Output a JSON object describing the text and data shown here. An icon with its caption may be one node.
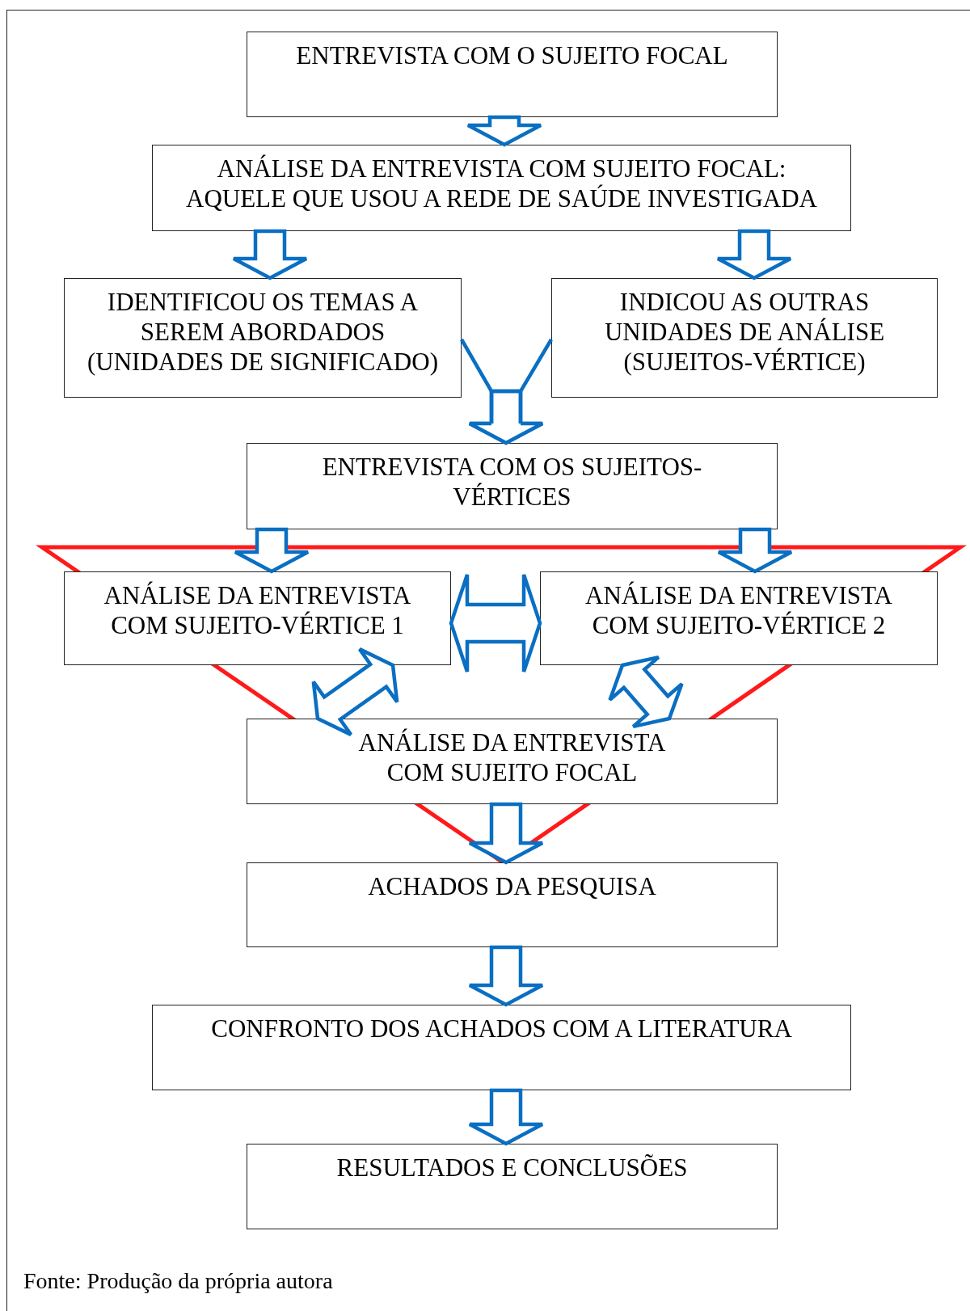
{
  "diagram": {
    "nodes": [
      {
        "text": [
          "ENTREVISTA COM O SUJEITO FOCAL"
        ]
      },
      {
        "text": [
          "ANÁLISE DA ENTREVISTA COM SUJEITO FOCAL: AQUELE QUE USOU A REDE DE SAÚDE INVESTIGADA"
        ]
      },
      {
        "text": [
          "IDENTIFICOU OS TEMAS A SEREM ABORDADOS (UNIDADES DE SIGNIFICADO)"
        ]
      },
      {
        "text": [
          "INDICOU AS OUTRAS UNIDADES DE ANÁLISE (SUJEITOS-VÉRTICE)"
        ]
      },
      {
        "text": [
          "ENTREVISTA COM OS SUJEITOS- VÉRTICES"
        ]
      },
      {
        "text": [
          "ANÁLISE DA ENTREVISTA COM SUJEITO-VÉRTICE 1"
        ]
      },
      {
        "text": [
          "ANÁLISE DA ENTREVISTA COM SUJEITO-VÉRTICE 2"
        ]
      },
      {
        "text": [
          "ANÁLISE DA ENTREVISTA COM SUJEITO FOCAL"
        ]
      },
      {
        "text": [
          "ACHADOS DA PESQUISA"
        ]
      },
      {
        "text": [
          "CONFRONTO DOS ACHADOS COM A LITERATURA"
        ]
      },
      {
        "text": [
          "RESULTADOS E CONCLUSÕES"
        ]
      }
    ],
    "edges": [
      {
        "from": 0,
        "to": 1,
        "arrow": "to"
      },
      {
        "from": 1,
        "to": 2,
        "arrow": "to"
      },
      {
        "from": 1,
        "to": 3,
        "arrow": "to"
      },
      {
        "from": 2,
        "to": 4,
        "arrow": "to"
      },
      {
        "from": 3,
        "to": 4,
        "arrow": "to"
      },
      {
        "from": 4,
        "to": 5,
        "arrow": "to"
      },
      {
        "from": 4,
        "to": 6,
        "arrow": "to"
      },
      {
        "from": 5,
        "to": 6,
        "arrow": "both"
      },
      {
        "from": 5,
        "to": 7,
        "arrow": "both"
      },
      {
        "from": 6,
        "to": 7,
        "arrow": "both"
      },
      {
        "from": 7,
        "to": 8,
        "arrow": "to"
      },
      {
        "from": 8,
        "to": 9,
        "arrow": "to"
      },
      {
        "from": 9,
        "to": 10,
        "arrow": "to"
      }
    ],
    "labels": [
      "Fonte: Produção da própria autora"
    ]
  }
}
